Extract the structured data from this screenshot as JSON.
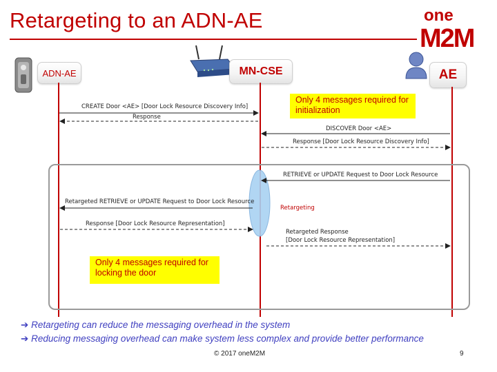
{
  "title": "Retargeting to an ADN-AE",
  "logo": {
    "top": "one",
    "bottom": "M2M"
  },
  "entities": {
    "adn_ae": "ADN-AE",
    "mn_cse": "MN-CSE",
    "ae": "AE"
  },
  "notes": {
    "init": "Only 4 messages required for initialization",
    "lock": "Only 4 messages required for locking the door"
  },
  "messages": {
    "create": "CREATE Door <AE> [Door Lock Resource Discovery Info]",
    "create_response": "Response",
    "discover": "DISCOVER Door <AE>",
    "discover_response": "Response [Door Lock Resource Discovery Info]",
    "retrieve_update": "RETRIEVE or UPDATE Request to Door Lock Resource",
    "retargeted_request": "Retargeted RETRIEVE or UPDATE Request to Door Lock Resource",
    "retargeting": "Retargeting",
    "response_representation": "Response [Door Lock Resource Representation]",
    "retargeted_response_1": "Retargeted Response",
    "retargeted_response_2": "[Door Lock Resource Representation]"
  },
  "bullets": [
    "Retargeting can reduce the messaging overhead in the system",
    "Reducing messaging overhead can make system less complex and provide better performance"
  ],
  "footer": "© 2017 oneM2M",
  "page_number": "9",
  "colors": {
    "accent": "#c00000",
    "note_bg": "#ffff00",
    "bullet_text": "#4040c0",
    "retarget_ellipse": "#a9d2f2"
  }
}
